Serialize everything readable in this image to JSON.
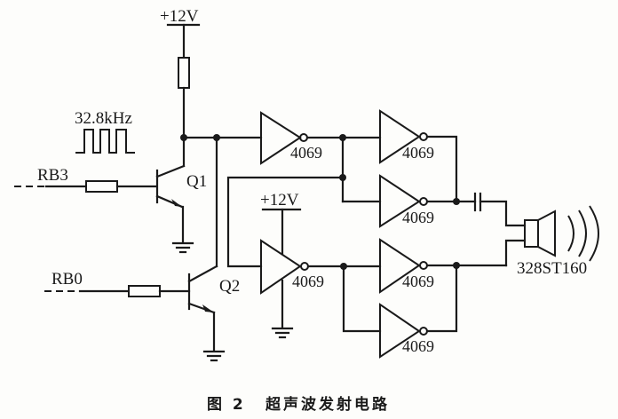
{
  "figure": {
    "caption_number": "图 2",
    "caption_title": "超声波发射电路"
  },
  "labels": {
    "vcc_top": "+12V",
    "vcc_mid": "+12V",
    "frequency": "32.8kHz",
    "input_rb3": "RB3",
    "input_rb0": "RB0",
    "transistor_q1": "Q1",
    "transistor_q2": "Q2",
    "speaker_model": "328ST160"
  },
  "inverters": [
    {
      "id": "inv-1",
      "label": "4069"
    },
    {
      "id": "inv-2",
      "label": "4069"
    },
    {
      "id": "inv-3",
      "label": "4069"
    },
    {
      "id": "inv-4",
      "label": "4069"
    },
    {
      "id": "inv-5",
      "label": "4069"
    },
    {
      "id": "inv-6",
      "label": "4069"
    }
  ],
  "colors": {
    "ink": "#1a1a1a",
    "paper": "#fdfdfb"
  }
}
